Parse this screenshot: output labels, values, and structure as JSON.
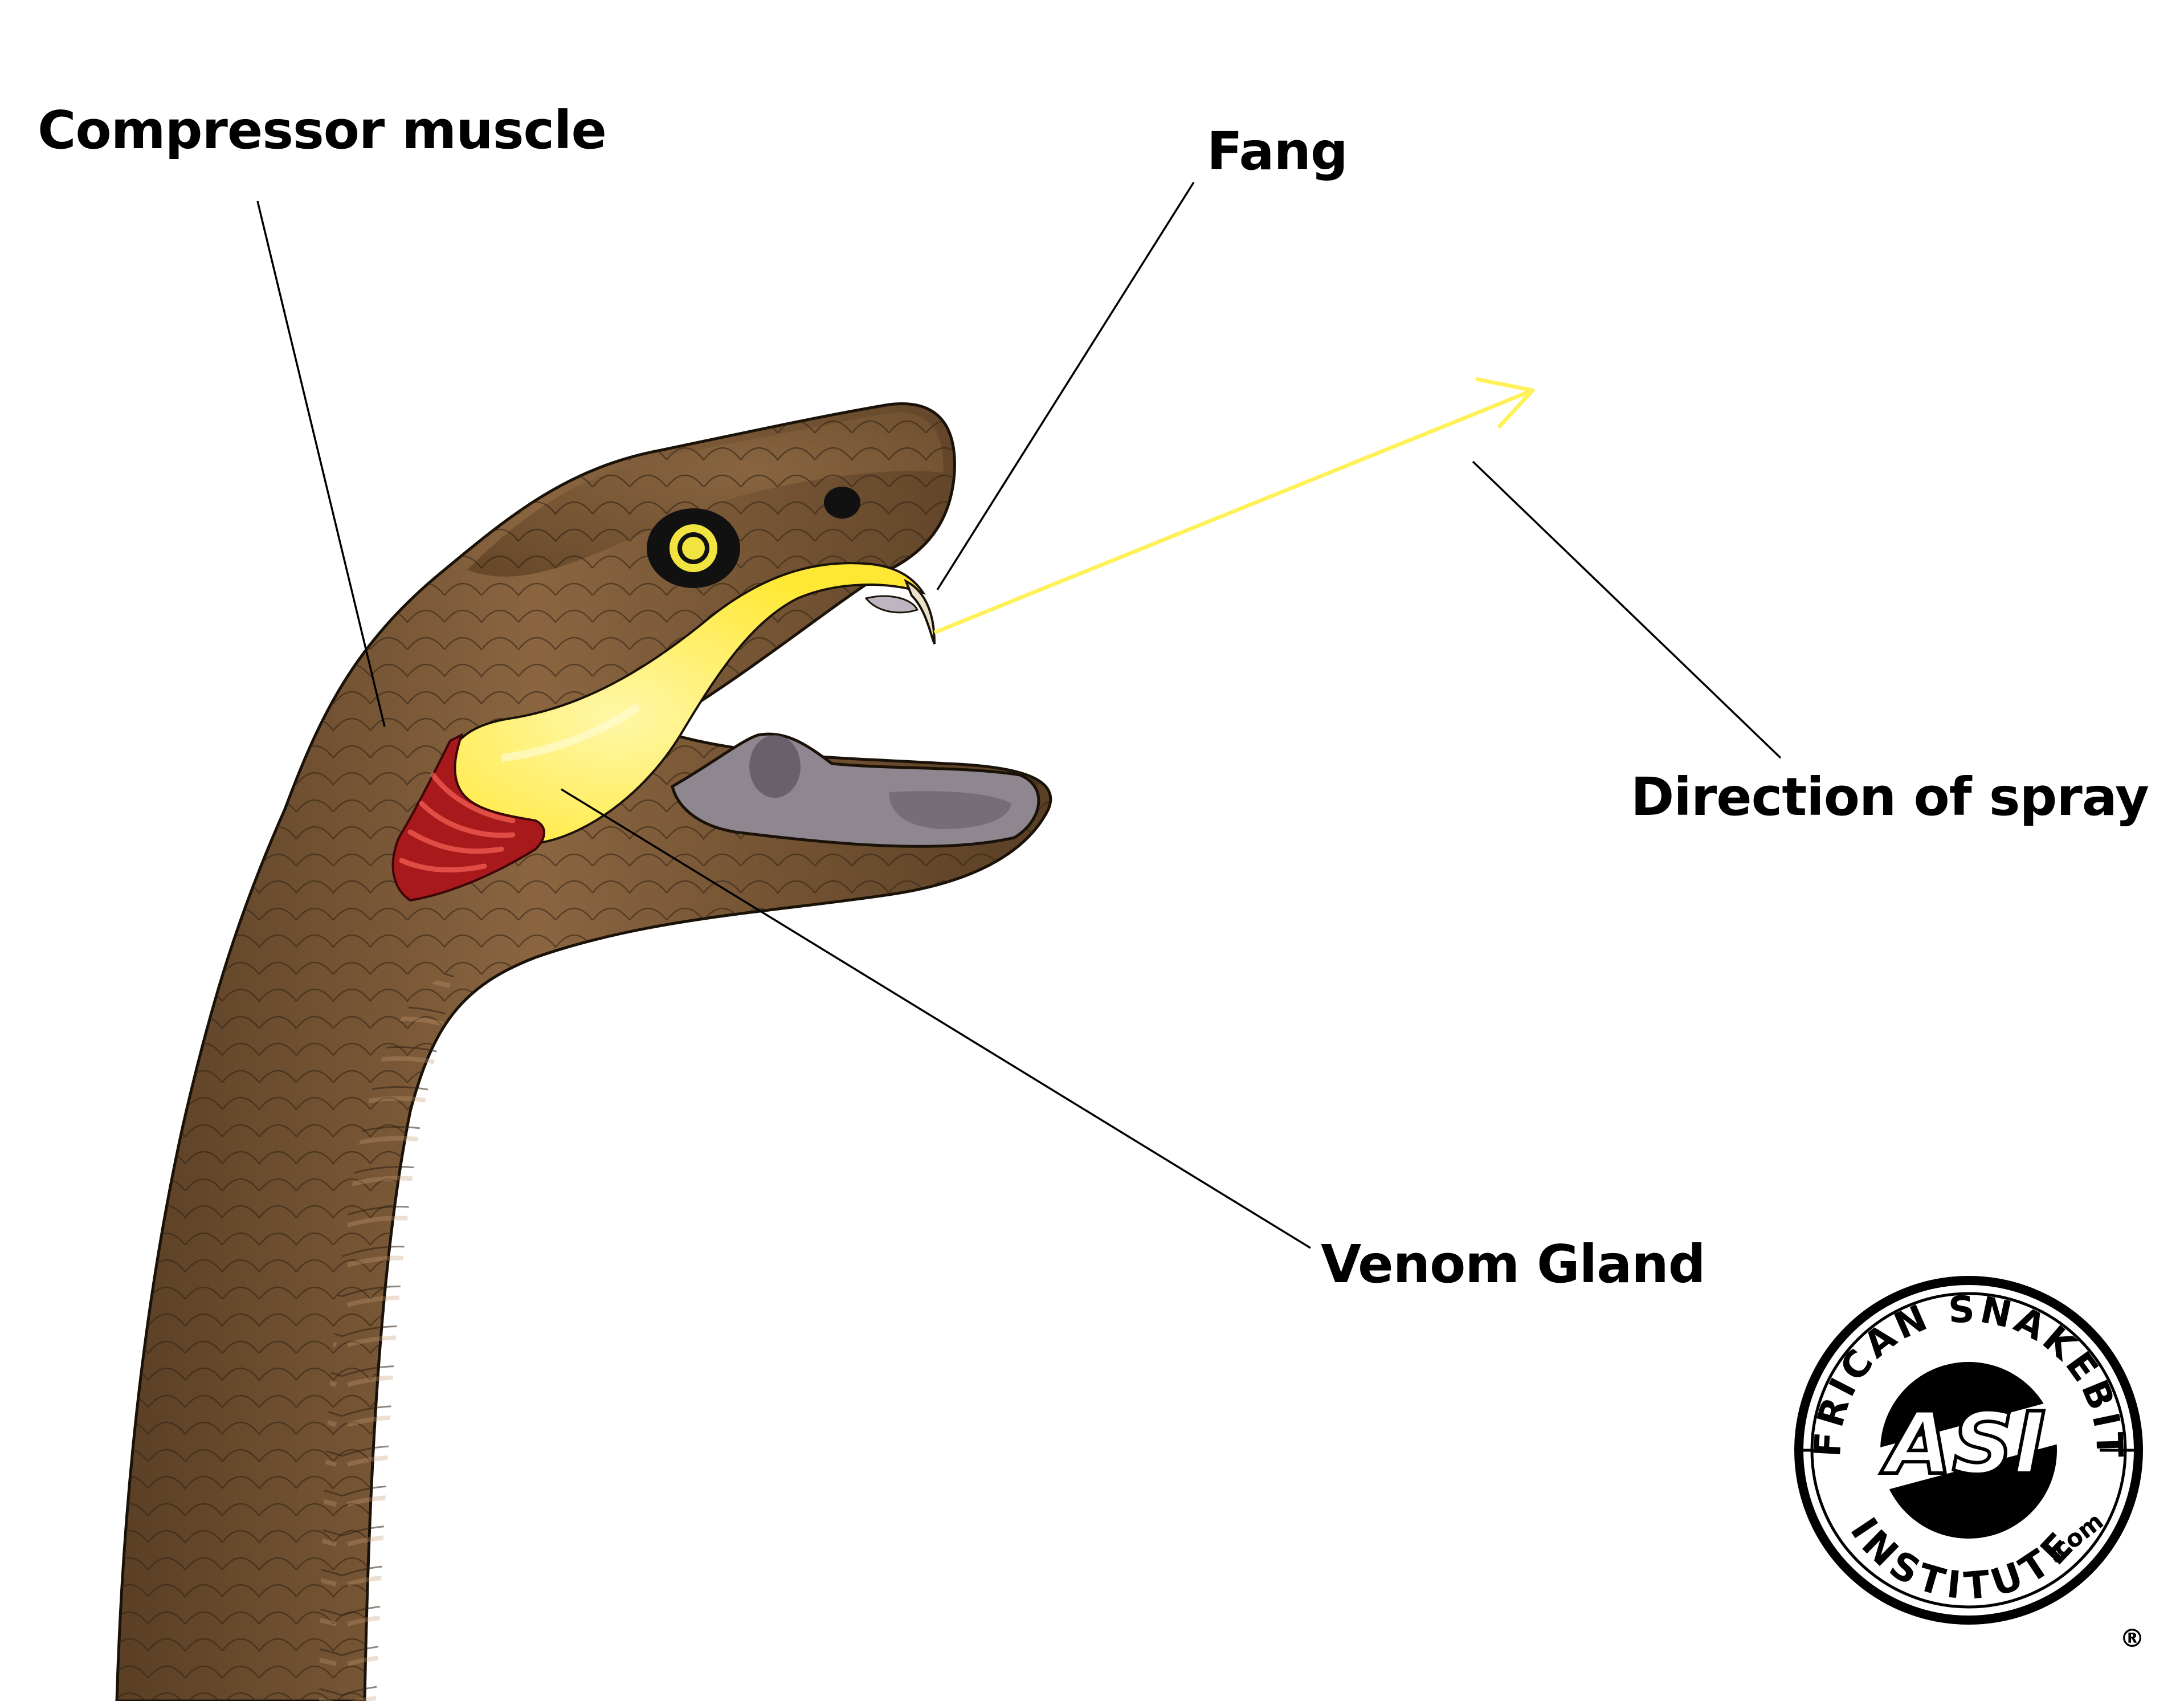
{
  "labels": {
    "compressor_muscle": "Compressor muscle",
    "fang": "Fang",
    "direction_of_spray": "Direction of spray",
    "venom_gland": "Venom Gland"
  },
  "logo": {
    "top_text": "AFRICAN SNAKEBITE",
    "bottom_text": "INSTITUTE",
    "suffix": ".com",
    "monogram": "ASI",
    "registered": "®"
  },
  "colors": {
    "body": "#7a5a3a",
    "body_dark": "#4e3620",
    "body_light": "#9a7550",
    "outline": "#1a1208",
    "venom": "#ffee44",
    "venom_light": "#fff6a0",
    "muscle": "#a8191c",
    "mouth": "#8f8790",
    "mouth_dark": "#5e5860",
    "spray": "#fff15a",
    "eye_ring": "#f2e440"
  }
}
